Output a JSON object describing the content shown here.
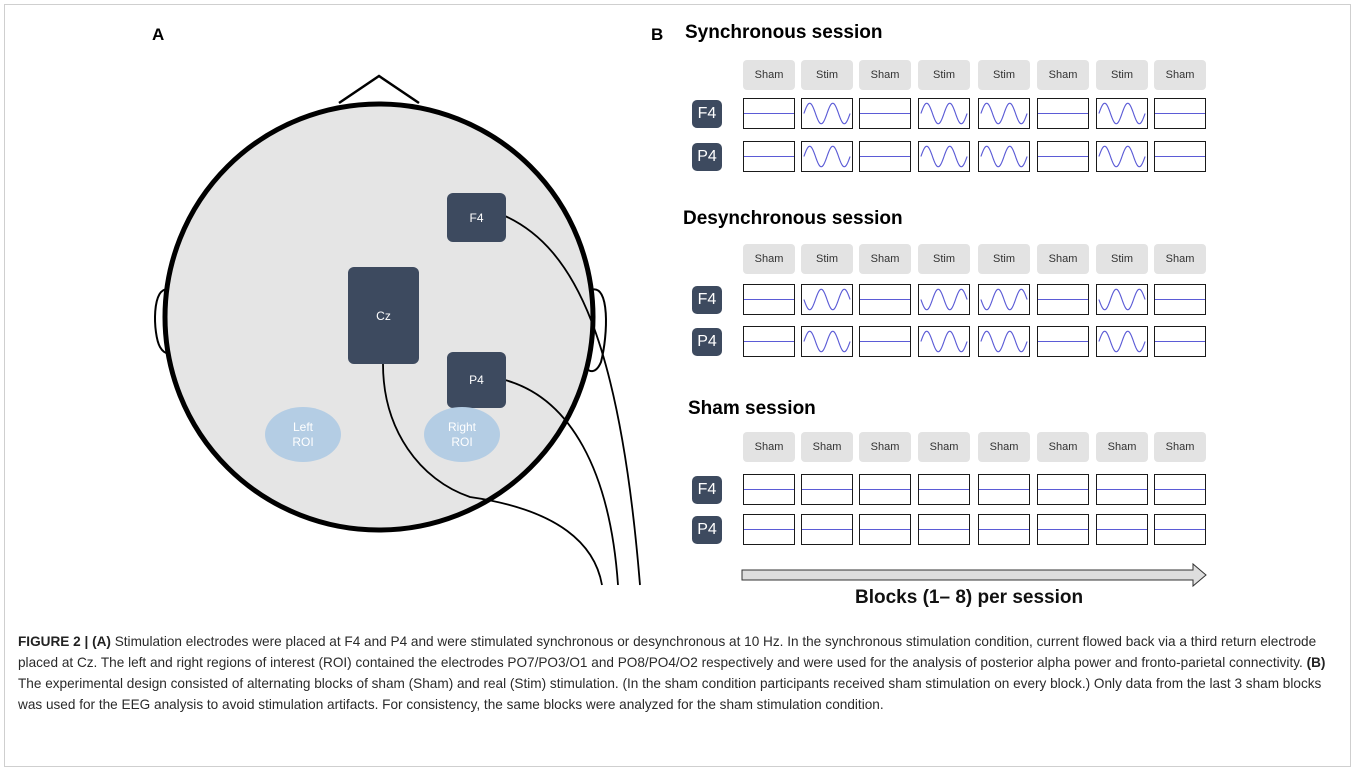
{
  "panel_a": {
    "letter": "A",
    "electrodes": {
      "f4": "F4",
      "cz": "Cz",
      "p4": "P4"
    },
    "left_roi": [
      "Left",
      "ROI"
    ],
    "right_roi": [
      "Right",
      "ROI"
    ]
  },
  "panel_b": {
    "letter": "B",
    "sessions": [
      {
        "title": "Synchronous session",
        "labels": [
          "Sham",
          "Stim",
          "Sham",
          "Stim",
          "Stim",
          "Sham",
          "Stim",
          "Sham"
        ],
        "f4": [
          "flat",
          "sine",
          "flat",
          "sine",
          "sine",
          "flat",
          "sine",
          "flat"
        ],
        "p4": [
          "flat",
          "sine",
          "flat",
          "sine",
          "sine",
          "flat",
          "sine",
          "flat"
        ]
      },
      {
        "title": "Desynchronous session",
        "labels": [
          "Sham",
          "Stim",
          "Sham",
          "Stim",
          "Stim",
          "Sham",
          "Stim",
          "Sham"
        ],
        "f4": [
          "flat",
          "sine-inv",
          "flat",
          "sine-inv",
          "sine-inv",
          "flat",
          "sine-inv",
          "flat"
        ],
        "p4": [
          "flat",
          "sine",
          "flat",
          "sine",
          "sine",
          "flat",
          "sine",
          "flat"
        ]
      },
      {
        "title": "Sham session",
        "labels": [
          "Sham",
          "Sham",
          "Sham",
          "Sham",
          "Sham",
          "Sham",
          "Sham",
          "Sham"
        ],
        "f4": [
          "flat",
          "flat",
          "flat",
          "flat",
          "flat",
          "flat",
          "flat",
          "flat"
        ],
        "p4": [
          "flat",
          "flat",
          "flat",
          "flat",
          "flat",
          "flat",
          "flat",
          "flat"
        ]
      }
    ],
    "channels": [
      "F4",
      "P4"
    ],
    "axis_label": "Blocks (1– 8) per session"
  },
  "caption": {
    "figure_label": "FIGURE 2 |",
    "a_marker": "(A)",
    "a_text": " Stimulation electrodes were placed at F4 and P4 and were stimulated synchronous or desynchronous at 10 Hz. In the synchronous stimulation condition, current flowed back via a third return electrode placed at Cz. The left and right regions of interest (ROI) contained the electrodes PO7/PO3/O1 and PO8/PO4/O2 respectively and were used for the analysis of posterior alpha power and fronto-parietal connectivity. ",
    "b_marker": "(B)",
    "b_text": " The experimental design consisted of alternating blocks of sham (Sham) and real (Stim) stimulation. (In the sham condition participants received sham stimulation on every block.) Only data from the last 3 sham blocks was used for the EEG analysis to avoid stimulation artifacts. For consistency, the same blocks were analyzed for the sham stimulation condition."
  },
  "colors": {
    "electrode": "#3d4a5f",
    "roi": "#b4cde4",
    "head": "#e5e5e5",
    "waveform": "#5b5bd6"
  }
}
